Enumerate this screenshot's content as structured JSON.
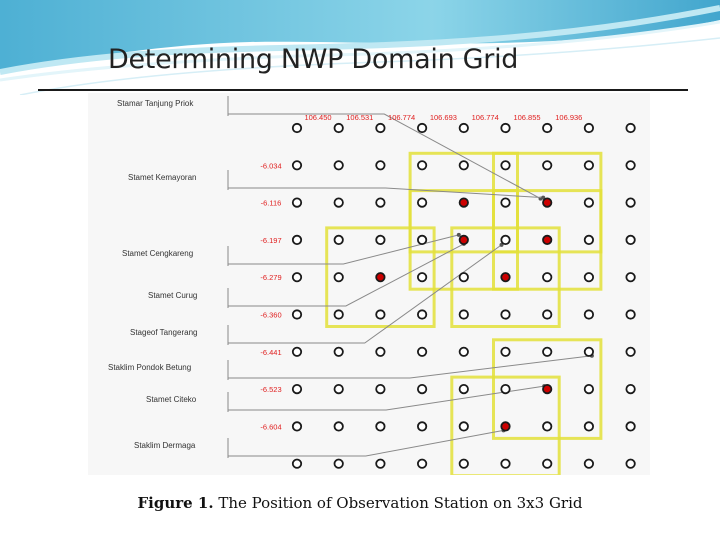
{
  "slide": {
    "title": "Determining NWP Domain Grid",
    "caption_label": "Figure 1.",
    "caption_text": " The Position of Observation Station on 3x3 Grid"
  },
  "colors": {
    "banner": "#4fb7d6",
    "box": "#e3e03a",
    "active": "#cc0000",
    "value_label": "#e02020",
    "arrow": "#8a8a8a"
  },
  "grid": {
    "longitudes": [
      "106.450",
      "106.531",
      "106.774",
      "106.693",
      "106.774",
      "106.855",
      "106.936"
    ],
    "latitudes": [
      "-6.034",
      "-6.116",
      "-6.197",
      "-6.279",
      "-6.360",
      "-6.441",
      "-6.523",
      "-6.604"
    ],
    "rows": 10,
    "cols": 9,
    "active_points": [
      [
        2,
        4
      ],
      [
        2,
        6
      ],
      [
        3,
        4
      ],
      [
        3,
        6
      ],
      [
        4,
        2
      ],
      [
        4,
        5
      ],
      [
        7,
        6
      ],
      [
        8,
        5
      ]
    ]
  },
  "stations": [
    "Stamar Tanjung Priok",
    "Stamet Kemayoran",
    "Stamet Cengkareng",
    "Stamet Curug",
    "Stageof Tangerang",
    "Staklim Pondok Betung",
    "Stamet Citeko",
    "Staklim Dermaga"
  ]
}
